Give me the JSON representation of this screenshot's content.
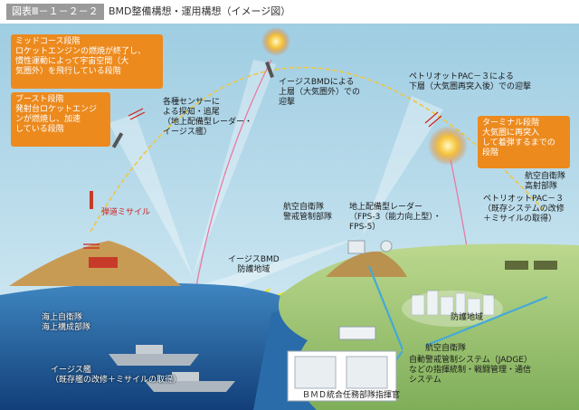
{
  "header": {
    "figure_number": "図表Ⅲ－１－２－２",
    "title": "BMD整備構想・運用構想（イメージ図）"
  },
  "phases": {
    "midcourse": [
      "ミッドコース段階",
      "ロケットエンジンの燃焼が終了し、",
      "慣性運動によって宇宙空間（大",
      "気圏外）を飛行している段階"
    ],
    "boost": [
      "ブースト段階",
      "発射台ロケットエンジ",
      "ンが燃焼し、加速",
      "している段階"
    ],
    "terminal": [
      "ターミナル段階",
      "大気圏に再突入",
      "して着弾するまでの",
      "段階"
    ]
  },
  "labels": {
    "missile": "弾道ミサイル",
    "sensors": [
      "各種センサーに",
      "よる探知・追尾",
      "（地上配備型レーダー・",
      "イージス艦）"
    ],
    "aegis_bmd_upper": [
      "イージスBMDによる",
      "上層（大気圏外）での",
      "迎撃"
    ],
    "pac3_lower": [
      "ペトリオットPAC－３による",
      "下層（大気圏再突入後）での迎撃"
    ],
    "asdf_warning": [
      "航空自衛隊",
      "警戒管制部隊"
    ],
    "ground_radar": [
      "地上配備型レーダー",
      "（FPS-3（能力向上型）・",
      "FPS-5）"
    ],
    "aegis_defense_area": [
      "イージスBMD",
      "防護地域"
    ],
    "asdf_aa": [
      "航空自衛隊",
      "高射部隊"
    ],
    "pac3_deploy": [
      "ペトリオットPAC－３",
      "（既存システムの改修",
      "＋ミサイルの取得）"
    ],
    "defense_area": "防護地域",
    "msdf": [
      "海上自衛隊",
      "海上構成部隊"
    ],
    "asdf_jadge_title": "航空自衛隊",
    "jadge": [
      "自動警戒管制システム（JADGE）",
      "などの指揮統制・戦闘管理・通信",
      "システム"
    ],
    "aegis_ship": [
      "イージス艦",
      "（既存艦の改修＋ミサイルの取得）"
    ],
    "bmd_hq": "ＢＭＤ統合任務部隊指揮官"
  },
  "colors": {
    "orange_box": "#ec8a1e",
    "sky": "#b9dbe9",
    "sea": "#1d5f9e",
    "trajectory": "#f0c73c",
    "interceptor_trail": "#e87aa5",
    "lightning": "#f3e61c",
    "label_red": "#d0201f"
  }
}
